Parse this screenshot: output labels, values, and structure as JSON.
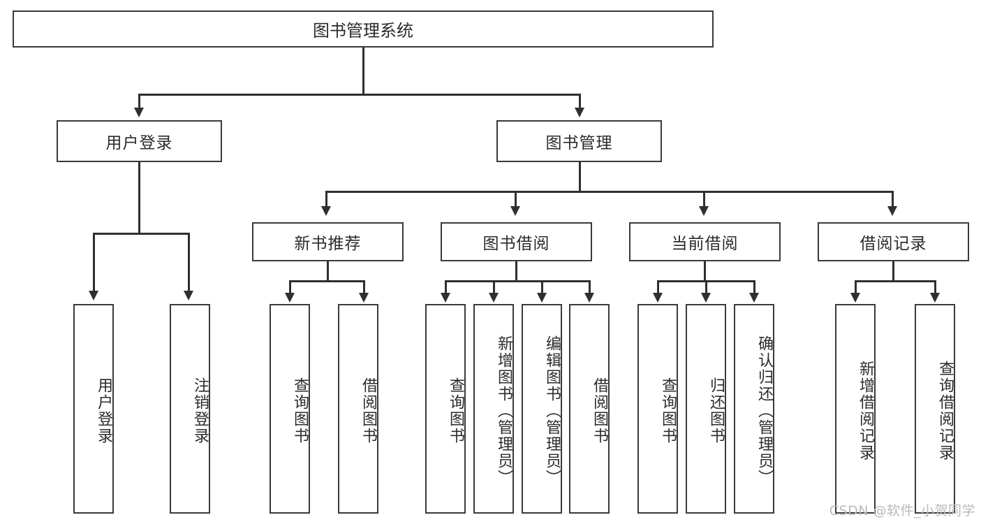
{
  "diagram": {
    "title": "图书管理系统",
    "type": "tree-hierarchy-diagram",
    "root": {
      "label": "图书管理系统"
    },
    "level2": [
      {
        "label": "用户登录"
      },
      {
        "label": "图书管理"
      }
    ],
    "level3": [
      {
        "label": "新书推荐"
      },
      {
        "label": "图书借阅"
      },
      {
        "label": "当前借阅"
      },
      {
        "label": "借阅记录"
      }
    ],
    "leaves": {
      "user_login": [
        {
          "label": "用户登录"
        },
        {
          "label": "注销登录"
        }
      ],
      "new_book_recommend": [
        {
          "label": "查询图书"
        },
        {
          "label": "借阅图书"
        }
      ],
      "book_borrow": [
        {
          "label": "查询图书"
        },
        {
          "label": "新增图书（管理员）"
        },
        {
          "label": "编辑图书（管理员）"
        },
        {
          "label": "借阅图书"
        }
      ],
      "current_borrow": [
        {
          "label": "查询图书"
        },
        {
          "label": "归还图书"
        },
        {
          "label": "确认归还（管理员）"
        }
      ],
      "borrow_record": [
        {
          "label": "新增借阅记录"
        },
        {
          "label": "查询借阅记录"
        }
      ]
    }
  },
  "watermark": {
    "text": "CSDN @软件_小贺同学"
  },
  "colors": {
    "box_border": "#3a3a3a",
    "line": "#2f2f2f",
    "background": "#ffffff",
    "text": "#2b2b2b",
    "watermark": "#b9b9b9"
  }
}
